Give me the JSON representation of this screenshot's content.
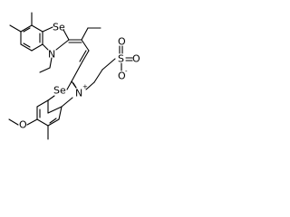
{
  "molecule": {
    "atoms": {
      "se_top": "Se",
      "n_top": "N",
      "se_bottom": "Se",
      "n_bottom": "N",
      "n_bottom_charge": "+",
      "sulfonate_s": "S",
      "sulfonate_o_top": "O",
      "sulfonate_o_right": "O",
      "sulfonate_o_charged": "O",
      "sulfonate_o_charge": "-",
      "methoxy_o": "O"
    },
    "colors": {
      "bond": "#000000",
      "label": "#000000",
      "background": "#ffffff"
    }
  }
}
